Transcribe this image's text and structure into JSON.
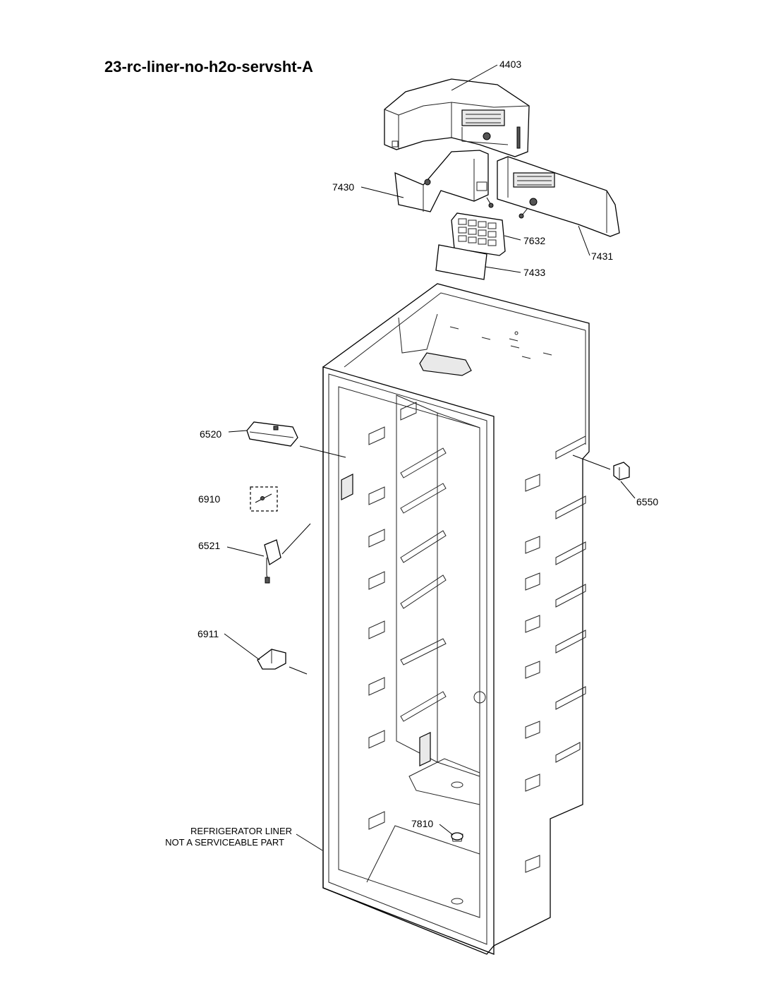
{
  "title": "23-rc-liner-no-h2o-servsht-A",
  "callouts": {
    "p4403": "4403",
    "p7430": "7430",
    "p7632": "7632",
    "p7431": "7431",
    "p7433": "7433",
    "p6520": "6520",
    "p6910": "6910",
    "p6521": "6521",
    "p6911": "6911",
    "p6550": "6550",
    "p7810": "7810"
  },
  "note": {
    "line1": "REFRIGERATOR LINER",
    "line2": "NOT A SERVICEABLE PART"
  }
}
